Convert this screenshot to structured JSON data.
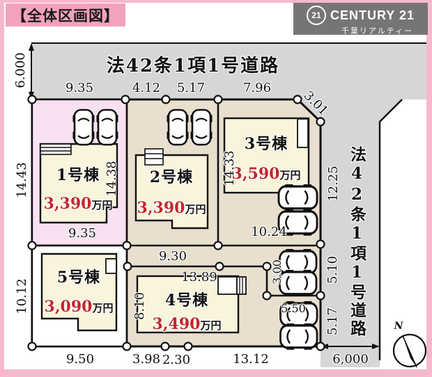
{
  "title": "【全体区画図】",
  "logo": {
    "badge": "21",
    "brand": "CENTURY 21",
    "sub": "千葉リアルティー"
  },
  "roads": {
    "top": "法42条1項1号道路",
    "right": "法42条1項1号道路"
  },
  "compass": {
    "north": "N"
  },
  "lots": [
    {
      "name": "1号棟",
      "price": "3,390",
      "unit": "万円"
    },
    {
      "name": "2号棟",
      "price": "3,390",
      "unit": "万円"
    },
    {
      "name": "3号棟",
      "price": "3,590",
      "unit": "万円"
    },
    {
      "name": "4号棟",
      "price": "3,490",
      "unit": "万円"
    },
    {
      "name": "5号棟",
      "price": "3,090",
      "unit": "万円"
    }
  ],
  "dims": {
    "road_top_width": "6.000",
    "top1": "9.35",
    "top2": "4.12",
    "top3": "5.17",
    "top4": "7.96",
    "diag": "3.01",
    "left1": "14.43",
    "left2": "10.12",
    "right1": "12.25",
    "right2": "5.10",
    "right3": "5.17",
    "road_right_width": "6,000",
    "bottom1": "9.50",
    "bottom2": "3.98",
    "bottom3": "2.30",
    "bottom4": "13.12",
    "lot1_h": "14.38",
    "lot1_w": "9.35",
    "lot2_w": "9.30",
    "lot3_h": "14.33",
    "lot3_w": "10.24",
    "lot4_w": "13.89",
    "lot4_h": "8.10",
    "park_h": "3.00",
    "park_w": "5.50"
  },
  "colors": {
    "frame_pink": "#F5B9CB",
    "title_bg": "#F2A2BC",
    "logo_bg": "#757575",
    "road_gray": "#D6D6D6",
    "parcel_beige": "#E9DFCE",
    "lot1_pink": "#F8E1F0",
    "building_cream": "#F9F4DC",
    "price_red": "#C0282D",
    "line_black": "#111111"
  }
}
